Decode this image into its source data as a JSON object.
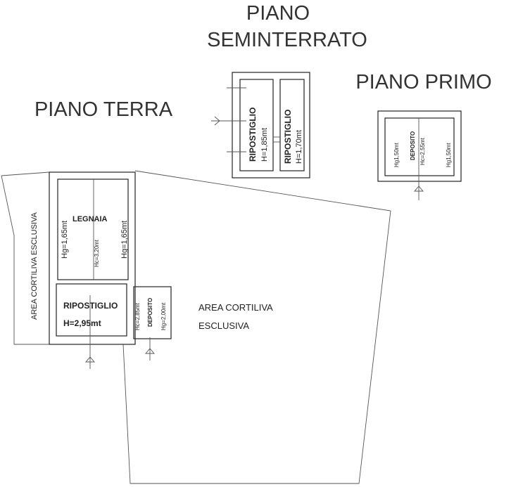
{
  "titles": {
    "seminterrato_1": "PIANO",
    "seminterrato_2": "SEMINTERRATO",
    "primo": "PIANO PRIMO",
    "terra": "PIANO TERRA"
  },
  "seminterrato": {
    "room1_name": "RIPOSTIGLIO",
    "room1_height": "H=1,85mt",
    "room2_name": "RIPOSTIGLIO",
    "room2_height": "H=1,70mt"
  },
  "primo": {
    "name": "DEPOSITO",
    "hg_left": "Hg1,50mt",
    "hc": "Hc=2,55mt",
    "hg_right": "Hg1,50mt"
  },
  "terra": {
    "area_left": "AREA CORTILIVA ESCLUSIVA",
    "legnaia": "LEGNAIA",
    "hg_left": "Hg=1,65mt",
    "hc": "Hc=3,20mt",
    "hg_right": "Hg=1,65mt",
    "ripostiglio": "RIPOSTIGLIO",
    "ripostiglio_height": "H=2,95mt",
    "deposito": "DEPOSITO",
    "deposito_hc": "Hc=2,85mt",
    "deposito_hg": "Hg=2,00mt",
    "area_right_1": "AREA CORTILIVA",
    "area_right_2": "ESCLUSIVA"
  }
}
